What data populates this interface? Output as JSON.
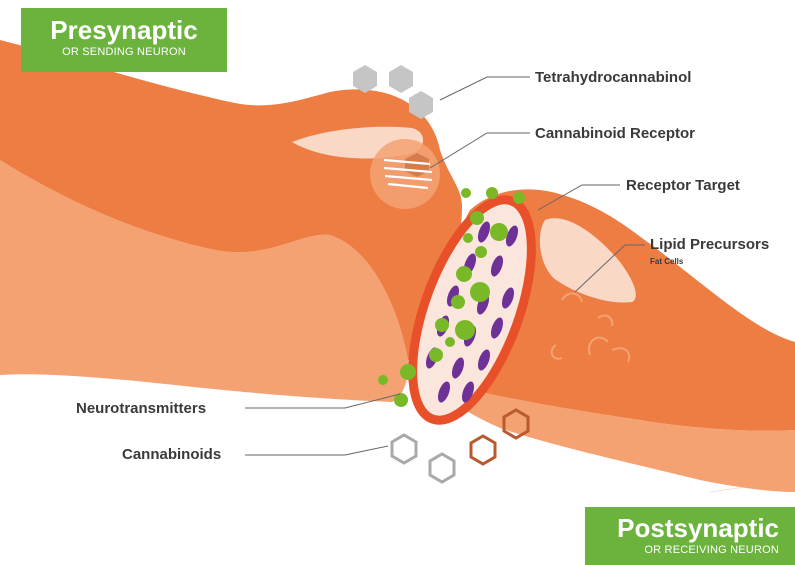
{
  "badges": {
    "presynaptic": {
      "title": "Presynaptic",
      "subtitle": "OR SENDING NEURON"
    },
    "postsynaptic": {
      "title": "Postsynaptic",
      "subtitle": "OR RECEIVING NEURON"
    }
  },
  "labels": {
    "thc": "Tetrahydrocannabinol",
    "receptor": "Cannabinoid Receptor",
    "target": "Receptor Target",
    "lipid": "Lipid Precursors",
    "lipid_sub": "Fat Cells",
    "neurotransmitters": "Neurotransmitters",
    "cannabinoids": "Cannabinoids"
  },
  "colors": {
    "neuron_dark": "#ee7d44",
    "neuron_light": "#f5a273",
    "vesicle_fill": "#f9d8c6",
    "receptor_ring": "#e8502a",
    "receptor_fill": "#fbe6de",
    "neurotransmitter": "#79b928",
    "receptor_target": "#6e3196",
    "thc_molecule": "#c5c5c5",
    "cannabinoid_outline_light": "#a9a9a9",
    "cannabinoid_outline_dark": "#b85a2e",
    "brand_green": "#6cb33e"
  }
}
